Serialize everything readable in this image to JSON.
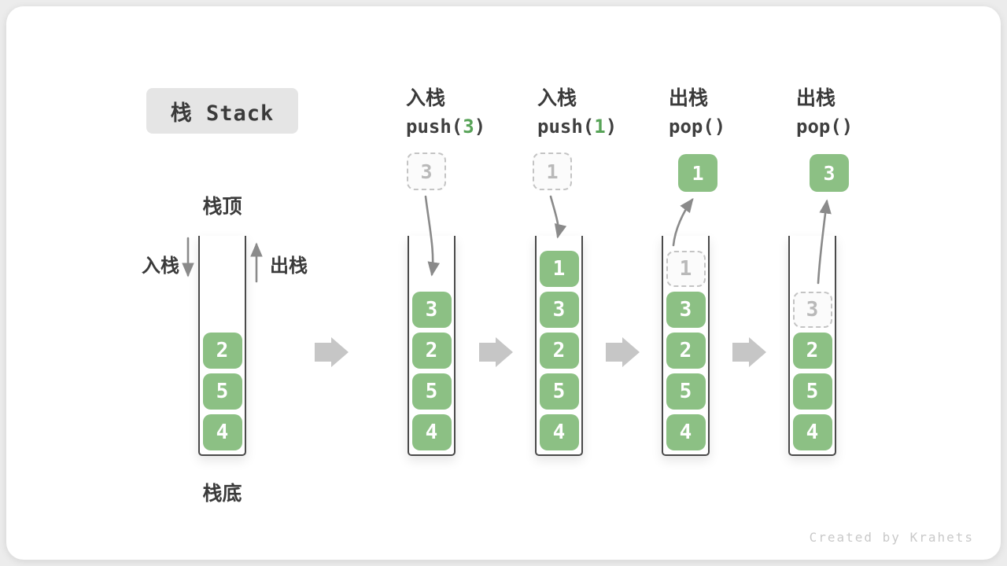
{
  "title": "栈 Stack",
  "watermark": "Created by Krahets",
  "first_stack": {
    "top_label": "栈顶",
    "bottom_label": "栈底",
    "push_side_label": "入栈",
    "pop_side_label": "出栈"
  },
  "colors": {
    "item_green": "#8cc084",
    "code_arg_green": "#57a357",
    "text_dark": "#3a3a3a",
    "arrow_gray": "#8a8a8a",
    "block_arrow_gray": "#c6c6c6",
    "ghost_border": "#c4c4c4",
    "ghost_text": "#b9b9b9",
    "title_bg": "#e5e5e5",
    "card_bg": "#ffffff",
    "page_bg": "#ececec"
  },
  "columns": [
    {
      "name": "initial",
      "items": [
        {
          "value": "2",
          "ghost": false
        },
        {
          "value": "5",
          "ghost": false
        },
        {
          "value": "4",
          "ghost": false
        }
      ]
    },
    {
      "name": "push-3",
      "op_label": "入栈",
      "code_before": "push(",
      "code_arg": "3",
      "code_after": ")",
      "floating_value": "3",
      "floating_ghost": true,
      "items": [
        {
          "value": "3",
          "ghost": false
        },
        {
          "value": "2",
          "ghost": false
        },
        {
          "value": "5",
          "ghost": false
        },
        {
          "value": "4",
          "ghost": false
        }
      ]
    },
    {
      "name": "push-1",
      "op_label": "入栈",
      "code_before": "push(",
      "code_arg": "1",
      "code_after": ")",
      "floating_value": "1",
      "floating_ghost": true,
      "items": [
        {
          "value": "1",
          "ghost": false
        },
        {
          "value": "3",
          "ghost": false
        },
        {
          "value": "2",
          "ghost": false
        },
        {
          "value": "5",
          "ghost": false
        },
        {
          "value": "4",
          "ghost": false
        }
      ]
    },
    {
      "name": "pop-1",
      "op_label": "出栈",
      "code_before": "pop(",
      "code_arg": "",
      "code_after": ")",
      "floating_value": "1",
      "floating_ghost": false,
      "items": [
        {
          "value": "1",
          "ghost": true
        },
        {
          "value": "3",
          "ghost": false
        },
        {
          "value": "2",
          "ghost": false
        },
        {
          "value": "5",
          "ghost": false
        },
        {
          "value": "4",
          "ghost": false
        }
      ]
    },
    {
      "name": "pop-3",
      "op_label": "出栈",
      "code_before": "pop(",
      "code_arg": "",
      "code_after": ")",
      "floating_value": "3",
      "floating_ghost": false,
      "items": [
        {
          "value": "3",
          "ghost": true
        },
        {
          "value": "2",
          "ghost": false
        },
        {
          "value": "5",
          "ghost": false
        },
        {
          "value": "4",
          "ghost": false
        }
      ]
    }
  ]
}
